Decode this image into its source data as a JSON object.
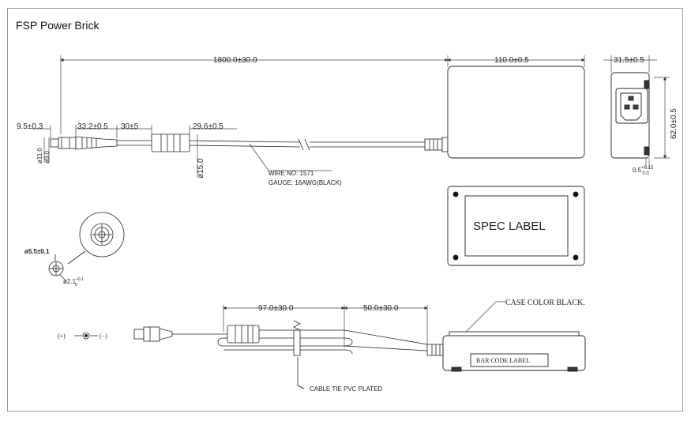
{
  "title": "FSP Power Brick",
  "dims": {
    "cable_length": "1800.0±30.0",
    "body_length": "110.0±0.5",
    "body_depth": "31.5±0.5",
    "body_height": "62.0±0.5",
    "plug_tip": "9.5±0.3",
    "plug_body": "33.2±0.5",
    "ferrite_offset": "30±5",
    "ferrite_length": "29.6±0.5",
    "dia_11": "ø11.0",
    "dia_9": "ø9.0",
    "dia_15": "ø15.0",
    "foot_a": "0.5",
    "foot_sup": "+0.15",
    "foot_sub": "0.0",
    "barrel_outer": "ø5.5±0.1",
    "barrel_inner": "ø2.1",
    "barrel_sup": "+0.1",
    "barrel_sub": "0",
    "split_a": "97.0±30.0",
    "split_b": "50.0±30.0"
  },
  "notes": {
    "wire_no": "WIRE NO: 1571",
    "gauge": "GAUGE: 16AWG(BLACK)",
    "spec_label": "SPEC  LABEL",
    "case_color": "CASE COLOR BLACK.",
    "bar_code": "BAR CODE LABEL",
    "cable_tie": "CABLE TIE  PVC PLATED",
    "polarity_plus": "(+)",
    "polarity_minus": "(−)"
  }
}
